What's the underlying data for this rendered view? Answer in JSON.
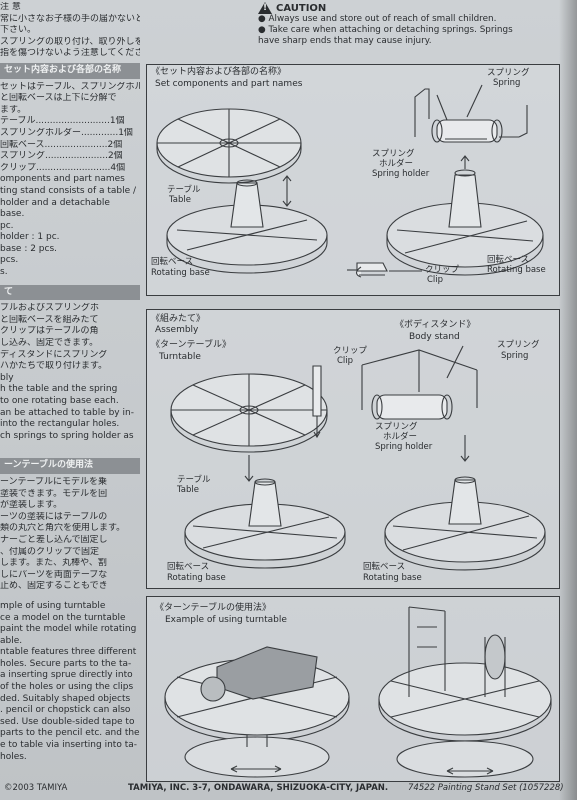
{
  "caution": {
    "title": "CAUTION",
    "lines": [
      "Always use and store out of reach of small children.",
      "Take care when attaching or detaching springs. Springs",
      "have sharp ends that may cause injury."
    ]
  },
  "left_column": {
    "top_lines": [
      "注 意",
      "常に小さなお子様の手の届かないところで使用、保管をして",
      "下さい。",
      "スプリングの取り付け、取り外しをする際は、スプリングの先端で",
      "指を傷つけないよう注意してください。"
    ],
    "header1": "セット内容および各部の名称",
    "sec1": [
      "セットはテーブル、スプリングホルダ",
      "と回転ベースは上下に分解で",
      "ます。",
      "テーブル..........................1個",
      "スプリングホルダー.............1個",
      "回転ベース......................2個",
      "スプリング......................2個",
      "クリップ..........................4個",
      "omponents and part names",
      "ting stand consists of a table /",
      "holder and a detachable",
      "base.",
      "pc.",
      "holder : 1 pc.",
      "base : 2 pcs.",
      "pcs.",
      "s."
    ],
    "header2": "て",
    "sec2": [
      "ブルおよびスプリングホ",
      "と回転ベースを組みたて",
      "クリップはテーブルの角",
      "し込み、固定できます。",
      "ディスタンドにスプリング",
      "ハかたちで取り付けます。",
      "bly",
      "h the table and the spring",
      "to one rotating base each.",
      "an be attached to table by in-",
      " into the rectangular holes.",
      "ch springs to spring holder as"
    ],
    "header3": "ーンテーブルの使用法",
    "sec3": [
      "ーンテーブルにモデルを乗",
      "塗装できます。モデルを回",
      "が塗装します。",
      "ーツの塗装にはテーブルの",
      "類の丸穴と角穴を使用します。",
      "ナーごと差し込んで固定し",
      "、付属のクリップで固定",
      "します。また、丸棒や、割",
      "しにパーツを両面テーブな",
      "止め、固定することもでき"
    ],
    "sec4": [
      "mple of using turntable",
      "ce a model on the turntable",
      "paint the model while rotating",
      "able.",
      "ntable features three different",
      " holes. Secure parts to the ta-",
      "a inserting sprue directly into",
      "of the holes or using the clips",
      "ded. Suitably shaped objects",
      ". pencil or chopstick can also",
      "sed. Use double-sided tape to",
      "parts to the pencil etc. and then",
      "e to table via inserting into ta-",
      "holes."
    ]
  },
  "panel1": {
    "title_jp": "《セット内容および各部の名称》",
    "title_en": "Set components and part names",
    "spring_jp": "スプリング",
    "spring_en": "Spring",
    "table_jp": "テーブル",
    "table_en": "Table",
    "holder_jp1": "スプリング",
    "holder_jp2": "ホルダー",
    "holder_en": "Spring holder",
    "base_jp": "回転ベース",
    "base_en": "Rotating base",
    "base2_jp": "回転ベース",
    "base2_en": "Rotating base",
    "clip_jp": "クリップ",
    "clip_en": "Clip"
  },
  "panel2": {
    "assembly_jp": "《組みたて》",
    "assembly_en": "Assembly",
    "turntable_jp": "《ターンテーブル》",
    "turntable_en": "Turntable",
    "bodystand_jp": "《ボディスタンド》",
    "bodystand_en": "Body stand",
    "clip_jp": "クリップ",
    "clip_en": "Clip",
    "spring_jp": "スプリング",
    "spring_en": "Spring",
    "table_jp": "テーブル",
    "table_en": "Table",
    "holder_jp1": "スプリング",
    "holder_jp2": "ホルダー",
    "holder_en": "Spring holder",
    "base_jp": "回転ベース",
    "base_en": "Rotating base",
    "base2_jp": "回転ベース",
    "base2_en": "Rotating base"
  },
  "panel3": {
    "title_jp": "《ターンテーブルの使用法》",
    "title_en": "Example of using turntable"
  },
  "footer": {
    "copyright": "©2003 TAMIYA",
    "company": "TAMIYA, INC. 3-7, ONDAWARA, SHIZUOKA-CITY, JAPAN.",
    "product": "74522  Painting Stand Set (1057228)"
  }
}
